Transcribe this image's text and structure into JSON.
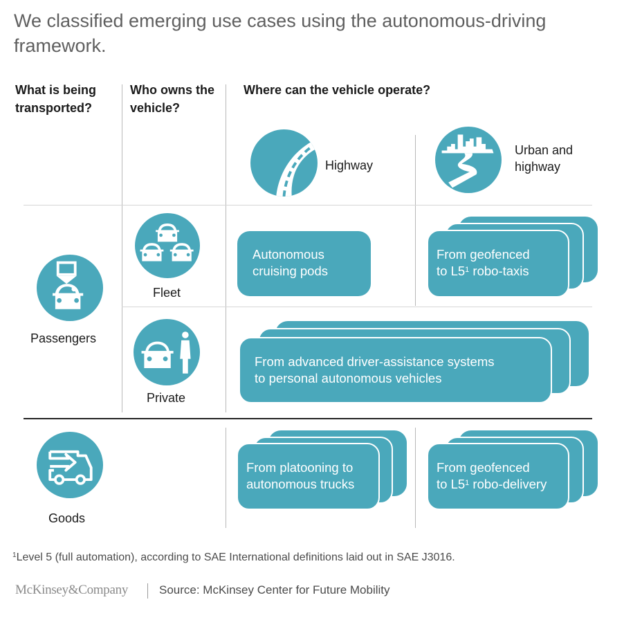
{
  "title": "We classified emerging use cases using the autonomous-driving framework.",
  "columns": {
    "what": "What is being transported?",
    "who": "Who owns the vehicle?",
    "where": "Where can the vehicle operate?"
  },
  "operating_areas": [
    {
      "label": "Highway",
      "icon": "highway-road-icon"
    },
    {
      "label": "Urban and highway",
      "icon": "city-road-icon"
    }
  ],
  "cargo_types": [
    {
      "label": "Passengers",
      "icon": "passenger-car-icon"
    },
    {
      "label": "Goods",
      "icon": "delivery-truck-icon"
    }
  ],
  "ownership": [
    {
      "label": "Fleet",
      "icon": "car-fleet-icon"
    },
    {
      "label": "Private",
      "icon": "car-owner-icon"
    }
  ],
  "use_cases": {
    "fleet_highway": {
      "line1": "Autonomous",
      "line2": "cruising pods"
    },
    "fleet_urban": {
      "line1": "From geofenced",
      "line2_pre": "to L5",
      "sup": "1",
      "line2_post": " robo-taxis"
    },
    "private_all": {
      "line1": "From advanced driver-assistance systems",
      "line2": "to personal autonomous vehicles"
    },
    "goods_highway": {
      "line1": "From platooning to",
      "line2": "autonomous trucks"
    },
    "goods_urban": {
      "line1": "From geofenced",
      "line2_pre": "to L5",
      "sup": "1",
      "line2_post": " robo-delivery"
    }
  },
  "footnote": {
    "marker": "1",
    "text": "Level 5 (full automation), according to SAE International definitions laid out in SAE J3016."
  },
  "brand": "McKinsey&Company",
  "source": "Source: McKinsey Center for Future Mobility",
  "colors": {
    "accent": "#4aa8bb",
    "title": "#5f5f5f",
    "text": "#1a1a1a"
  }
}
